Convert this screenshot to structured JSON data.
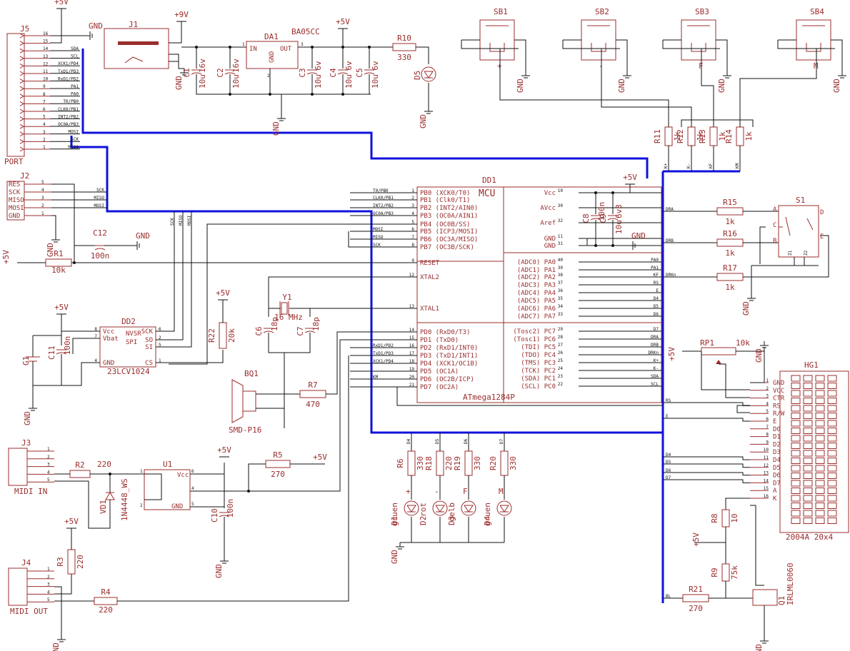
{
  "port": {
    "ref": "J5",
    "label": "PORT",
    "pins": [
      "16",
      "15",
      "14",
      "13",
      "12",
      "11",
      "10",
      "9",
      "8",
      "7",
      "6",
      "5",
      "4",
      "3",
      "2",
      "1"
    ],
    "signals": [
      "SDA",
      "SCL",
      "XCK1/PD4",
      "TxD1/PD3",
      "RxD1/PD2",
      "PA1",
      "PA0",
      "T0/PB0",
      "CLK0/PB1",
      "INT2/PB2",
      "OC0A/PB3",
      "MOSI",
      "SCK",
      "MISO"
    ]
  },
  "j1": {
    "ref": "J1",
    "supply": "+9V"
  },
  "j2": {
    "ref": "J2",
    "pins": [
      "RES",
      "SCK",
      "MISO",
      "MOSI",
      "GND"
    ],
    "pin_numbers": [
      "5",
      "4",
      "3",
      "2",
      "1"
    ],
    "nets": [
      "SCK",
      "MISO",
      "MOSI"
    ]
  },
  "regulator": {
    "ref": "DA1",
    "value": "BA05CC",
    "in": "IN",
    "out": "OUT",
    "gnd": "GND",
    "pins": [
      "1",
      "2",
      "3"
    ]
  },
  "caps_supply": [
    {
      "ref": "C1",
      "value": "16v",
      "value2": "10u"
    },
    {
      "ref": "C2",
      "value": "16v",
      "value2": "10u"
    },
    {
      "ref": "C3",
      "value": "6v",
      "value2": "10u"
    },
    {
      "ref": "C4",
      "value": "6v",
      "value2": "10u"
    },
    {
      "ref": "C5",
      "value": "6v",
      "value2": "10u"
    }
  ],
  "r10": {
    "ref": "R10",
    "value": "330"
  },
  "d5": {
    "ref": "D5"
  },
  "buttons": [
    {
      "ref": "SB1",
      "label": "+"
    },
    {
      "ref": "SB2",
      "label": "-"
    },
    {
      "ref": "SB3",
      "label": "F"
    },
    {
      "ref": "SB4",
      "label": "M"
    }
  ],
  "pullups": [
    {
      "ref": "R11",
      "value": "1k",
      "net": "K+"
    },
    {
      "ref": "R12",
      "value": "1k",
      "net": "K-"
    },
    {
      "ref": "R13",
      "value": "1k",
      "net": "KF"
    },
    {
      "ref": "R14",
      "value": "1k",
      "net": "KM"
    }
  ],
  "mcu": {
    "ref": "DD1",
    "label": "MCU",
    "part": "ATmega1284P",
    "left": [
      [
        "1",
        "PB0 (XCK0/T0)",
        "T0/PB0"
      ],
      [
        "2",
        "PB1 (Clk0/T1)",
        "CLK0/PB1"
      ],
      [
        "3",
        "PB2 (INT2/AIN0)",
        "INT2/PB2"
      ],
      [
        "4",
        "PB3 (OC0A/AIN1)",
        "OC0A/PB3"
      ],
      [
        "5",
        "PB4 (OC0B/SS)",
        ""
      ],
      [
        "6",
        "PB5 (ICP3/MOSI)",
        "MOSI"
      ],
      [
        "7",
        "PB6 (OC3A/MISO)",
        "MISO"
      ],
      [
        "8",
        "PB7 (OC3B/SCK)",
        "SCK"
      ],
      [
        "9",
        "RESET",
        ""
      ],
      [
        "12",
        "XTAL2",
        ""
      ],
      [
        "13",
        "XTAL1",
        ""
      ],
      [
        "14",
        "PD0 (RxD0/T3)",
        ""
      ],
      [
        "15",
        "PD1 (TxD0)",
        ""
      ],
      [
        "16",
        "PD2 (RxD1/INT0)",
        "RxD1/PD2"
      ],
      [
        "17",
        "PD3 (TxD1/INT1)",
        "TxD1/PD3"
      ],
      [
        "18",
        "PD4 (XCK1/OC1B)",
        "XCK1/PD4"
      ],
      [
        "19",
        "PD5 (OC1A)",
        ""
      ],
      [
        "20",
        "PD6 (OC2B/ICP)",
        "KM"
      ],
      [
        "21",
        "PD7 (OC2A)",
        ""
      ]
    ],
    "right": [
      [
        "10",
        "Vcc",
        ""
      ],
      [
        "30",
        "AVcc",
        ""
      ],
      [
        "32",
        "Aref",
        ""
      ],
      [
        "11",
        "GND",
        ""
      ],
      [
        "31",
        "GND",
        ""
      ],
      [
        "40",
        "(ADC0) PA0",
        "PA0"
      ],
      [
        "39",
        "(ADC1) PA1",
        "PA1"
      ],
      [
        "38",
        "(ADC2) PA2",
        "KF"
      ],
      [
        "37",
        "(ADC3) PA3",
        "RS"
      ],
      [
        "36",
        "(ADC4) PA4",
        "E"
      ],
      [
        "35",
        "(ADC5) PA5",
        "D4"
      ],
      [
        "34",
        "(ADC6) PA6",
        "D5"
      ],
      [
        "33",
        "(ADC7) PA7",
        "D6"
      ],
      [
        "29",
        "(Tosc2) PC7",
        "D7"
      ],
      [
        "28",
        "(Tosc1) PC6",
        "DRA"
      ],
      [
        "27",
        "(TDI) PC5",
        "DRB"
      ],
      [
        "26",
        "(TDO) PC4",
        "DRKn"
      ],
      [
        "25",
        "(TMS) PC3",
        "K+"
      ],
      [
        "24",
        "(TCK) PC2",
        "K-"
      ],
      [
        "23",
        "(SDA) PC1",
        "SDA"
      ],
      [
        "22",
        "(SCL) PC0",
        "SCL"
      ]
    ],
    "supply": "+5V"
  },
  "c8": {
    "ref": "C8",
    "value": "100n"
  },
  "c9": {
    "ref": "C9",
    "value": "6v3",
    "value2": "10u"
  },
  "c12": {
    "ref": "C12",
    "value": "100n"
  },
  "r1": {
    "ref": "R1",
    "value": "10k"
  },
  "y1": {
    "ref": "Y1",
    "value": "16 MHz"
  },
  "c6": {
    "ref": "C6",
    "value": "18p"
  },
  "c7": {
    "ref": "C7",
    "value": "18p"
  },
  "r22": {
    "ref": "R22",
    "value": "20k"
  },
  "sram": {
    "ref": "DD2",
    "part": "23LCV1024",
    "title": "NVSR",
    "title2": "SPI",
    "pins": [
      [
        "8",
        "Vcc"
      ],
      [
        "7",
        "Vbat"
      ],
      [
        "4",
        "GND"
      ],
      [
        "6",
        "SCK"
      ],
      [
        "2",
        "SO"
      ],
      [
        "5",
        "SI"
      ],
      [
        "1",
        "CS"
      ]
    ],
    "nets": [
      "SCK",
      "MISO",
      "MOSI"
    ]
  },
  "g1": {
    "ref": "G1"
  },
  "c11": {
    "ref": "C11",
    "value": "100n"
  },
  "bq1": {
    "ref": "BQ1",
    "value": "SMD-P16"
  },
  "r7": {
    "ref": "R7",
    "value": "470"
  },
  "encoder": {
    "ref": "S1",
    "pins": [
      "A",
      "B",
      "C",
      "D",
      "E",
      "Z1",
      "Z2"
    ],
    "nets": [
      "DRA",
      "DRB",
      "DRKn"
    ]
  },
  "r15": {
    "ref": "R15",
    "value": "1k"
  },
  "r16": {
    "ref": "R16",
    "value": "1k"
  },
  "r17": {
    "ref": "R17",
    "value": "1k"
  },
  "leds": [
    {
      "ref": "R6",
      "value": "330",
      "led": "D1",
      "color": "gruen",
      "mark": "+",
      "net": "D4"
    },
    {
      "ref": "R18",
      "value": "220",
      "led": "D2",
      "color": "rot",
      "mark": "-",
      "net": "D5"
    },
    {
      "ref": "R19",
      "value": "330",
      "led": "D3",
      "color": "gelb",
      "mark": "F",
      "net": "D6"
    },
    {
      "ref": "R20",
      "value": "330",
      "led": "D4",
      "color": "gruen",
      "mark": "M",
      "net": "D7"
    }
  ],
  "lcd": {
    "ref": "HG1",
    "part": "2004A  20x4",
    "pins": [
      [
        "1",
        "GND"
      ],
      [
        "2",
        "VCC"
      ],
      [
        "3",
        "CTR"
      ],
      [
        "4",
        "RS"
      ],
      [
        "5",
        "R/W"
      ],
      [
        "6",
        "E"
      ],
      [
        "7",
        "D0"
      ],
      [
        "8",
        "D1"
      ],
      [
        "9",
        "D2"
      ],
      [
        "10",
        "D3"
      ],
      [
        "11",
        "D4"
      ],
      [
        "12",
        "D5"
      ],
      [
        "13",
        "D6"
      ],
      [
        "14",
        "D7"
      ],
      [
        "15",
        "A"
      ],
      [
        "16",
        "K"
      ]
    ],
    "nets": [
      "BL",
      "RS",
      "E",
      "D4",
      "D5",
      "D6",
      "D7"
    ]
  },
  "rp1": {
    "ref": "RP1",
    "value": "10k"
  },
  "r8": {
    "ref": "R8",
    "value": "10"
  },
  "r9": {
    "ref": "R9",
    "value": "75k"
  },
  "r21": {
    "ref": "R21",
    "value": "270"
  },
  "q1": {
    "ref": "Q1",
    "value": "IRLML0060"
  },
  "j3": {
    "ref": "J3",
    "label": "MIDI IN",
    "pins": [
      "1",
      "2",
      "3",
      "4",
      "5"
    ]
  },
  "r2": {
    "ref": "R2",
    "value": "220"
  },
  "vd1": {
    "ref": "VD1",
    "value": "1N4448_WS"
  },
  "u1": {
    "ref": "U1",
    "pins": [
      [
        "1",
        ""
      ],
      [
        "2",
        ""
      ],
      [
        "6",
        "Vcc"
      ],
      [
        "4",
        ""
      ],
      [
        "5",
        "GND"
      ]
    ]
  },
  "r5": {
    "ref": "R5",
    "value": "270"
  },
  "c10": {
    "ref": "C10",
    "value": "100n"
  },
  "j4": {
    "ref": "J4",
    "label": "MIDI OUT",
    "pins": [
      "1",
      "2",
      "3",
      "4",
      "5"
    ]
  },
  "r3": {
    "ref": "R3",
    "value": "220"
  },
  "r4": {
    "ref": "R4",
    "value": "220"
  },
  "rails": {
    "vcc": "+5V",
    "gnd": "GND",
    "vin": "+9V"
  }
}
